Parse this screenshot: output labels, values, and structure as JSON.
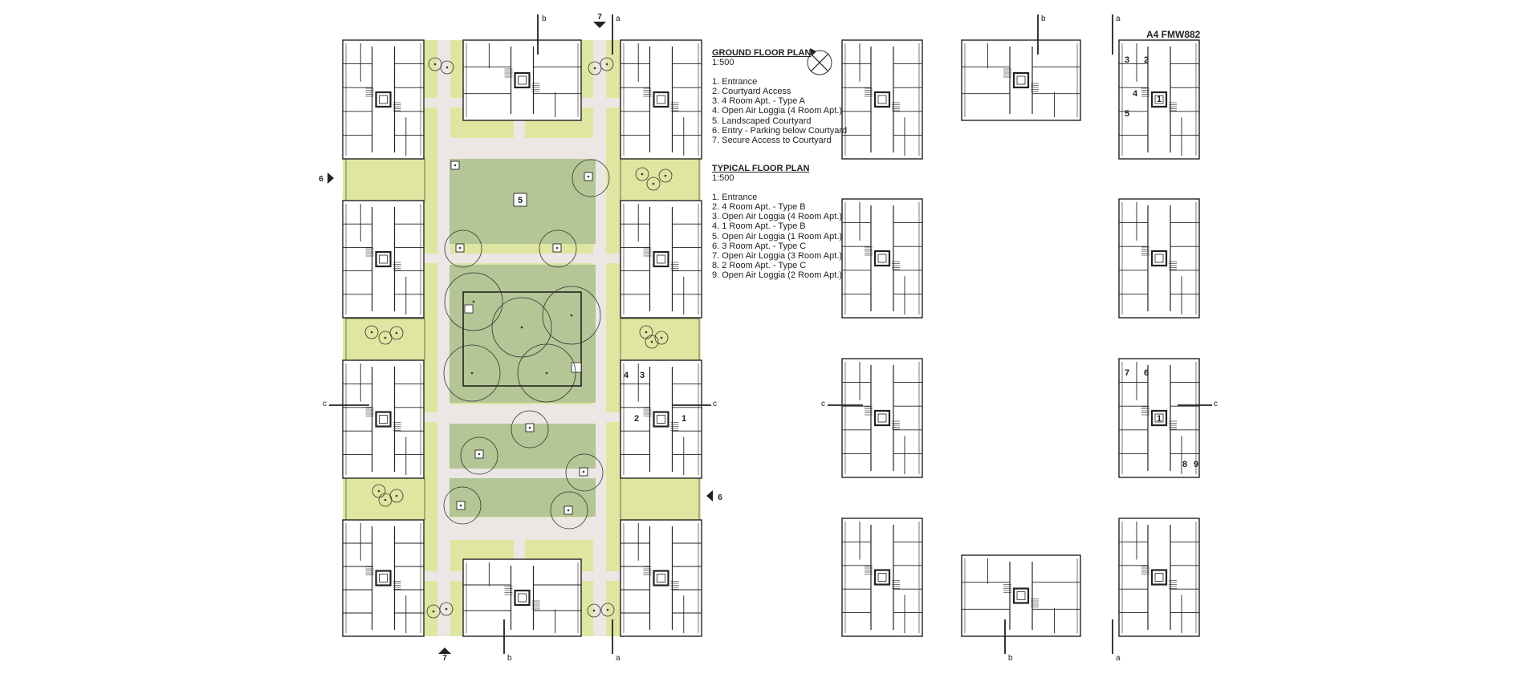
{
  "sheet_id": "A4 FMW882",
  "ground_floor": {
    "title": "GROUND FLOOR PLAN",
    "scale": "1:500",
    "items": [
      "1. Entrance",
      "2. Courtyard Access",
      "3. 4 Room Apt. - Type A",
      "4. Open Air Loggia (4 Room Apt.)",
      "5. Landscaped Courtyard",
      "6. Entry - Parking below Courtyard",
      "7. Secure Access to Courtyard"
    ]
  },
  "typical_floor": {
    "title": "TYPICAL FLOOR PLAN",
    "scale": "1:500",
    "items": [
      "1. Entrance",
      "2. 4 Room Apt. - Type B",
      "3. Open Air Loggia (4 Room Apt.)",
      "4. 1 Room Apt. - Type B",
      "5. Open Air Loggia (1 Room Apt.)",
      "6. 3 Room Apt. - Type C",
      "7. Open Air Loggia (3 Room Apt.)",
      "8. 2 Room Apt. - Type C",
      "9. Open Air Loggia (2 Room Apt.)"
    ]
  },
  "section_labels": {
    "a": "a",
    "b": "b",
    "c": "c"
  },
  "marker_labels": {
    "six": "6",
    "seven": "7"
  },
  "site_labels": {
    "courtyard": "5",
    "loggia": "4",
    "apartment": "3",
    "courtyard_access": "2",
    "entrance": "1"
  },
  "tower_labels": {
    "ground": [
      "3",
      "2",
      "4",
      "1",
      "5"
    ],
    "typical": [
      "7",
      "6",
      "1",
      "8",
      "9"
    ]
  },
  "colors": {
    "paving": "#ece7e4",
    "lawn": "#dfe6a0",
    "courtyard": "#b4c596",
    "wall": "#222222",
    "trees": "#333333"
  },
  "icons": {
    "north": "north-arrow-icon"
  }
}
